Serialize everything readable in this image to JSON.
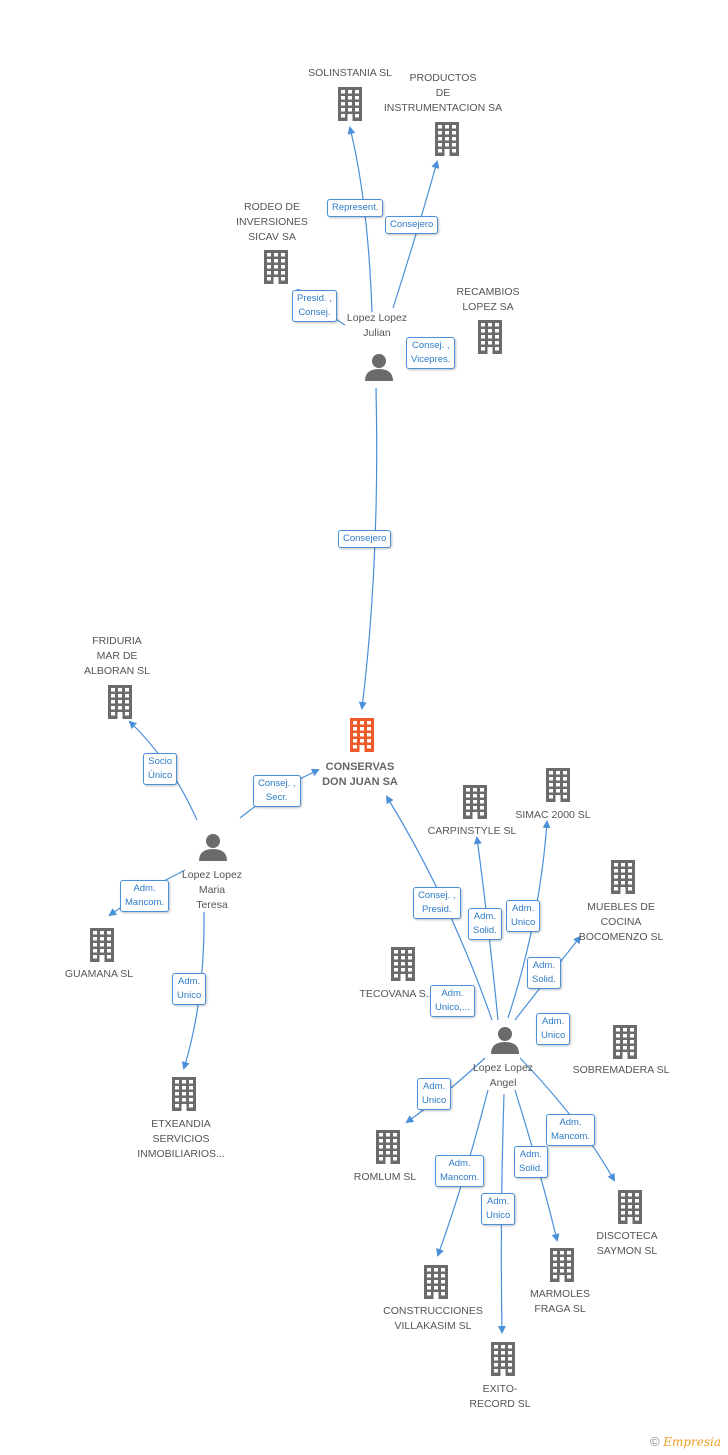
{
  "center": {
    "label": "CONSERVAS\nDON JUAN SA"
  },
  "persons": {
    "julian": {
      "label": "Lopez Lopez\nJulian"
    },
    "maria": {
      "label": "Lopez Lopez\nMaria\nTeresa"
    },
    "angel": {
      "label": "Lopez Lopez\nAngel"
    }
  },
  "companies": {
    "solinstania": {
      "label": "SOLINSTANIA SL"
    },
    "productos": {
      "label": "PRODUCTOS\nDE\nINSTRUMENTACION SA"
    },
    "rodeo": {
      "label": "RODEO DE\nINVERSIONES\nSICAV SA"
    },
    "recambios": {
      "label": "RECAMBIOS\nLOPEZ SA"
    },
    "friduria": {
      "label": "FRIDURIA\nMAR DE\nALBORAN SL"
    },
    "guamana": {
      "label": "GUAMANA SL"
    },
    "etxeandia": {
      "label": "ETXEANDIA\nSERVICIOS\nINMOBILIARIOS..."
    },
    "carpinstyle": {
      "label": "CARPINSTYLE SL"
    },
    "simac": {
      "label": "SIMAC 2000 SL"
    },
    "muebles": {
      "label": "MUEBLES DE\nCOCINA\nBOCOMENZO  SL"
    },
    "tecovana": {
      "label": "TECOVANA S..."
    },
    "sobremadera": {
      "label": "SOBREMADERA SL"
    },
    "romlum": {
      "label": "ROMLUM SL"
    },
    "discoteca": {
      "label": "DISCOTECA\nSAYMON SL"
    },
    "construcciones": {
      "label": "CONSTRUCCIONES\nVILLAKASIM SL"
    },
    "marmoles": {
      "label": "MARMOLES\nFRAGA  SL"
    },
    "exito": {
      "label": "EXITO-\nRECORD SL"
    }
  },
  "relations": {
    "represent": "Represent.",
    "consejero_productos": "Consejero",
    "presid_consej": "Presid. ,\nConsej.",
    "consej_vicepres": "Consej. ,\nVicepres.",
    "consejero_center": "Consejero",
    "socio_unico": "Socio\nÚnico",
    "consej_secr": "Consej. ,\nSecr.",
    "adm_mancom_guamana": "Adm.\nMancom.",
    "adm_unico_etxeandia": "Adm.\nUnico",
    "consej_presid_angel": "Consej. ,\nPresid.",
    "adm_solid_carpinstyle": "Adm.\nSolid.",
    "adm_unico_simac": "Adm.\nUnico",
    "adm_solid_muebles": "Adm.\nSolid.",
    "adm_unico_tecovana": "Adm.\nUnico,...",
    "adm_unico_sobremadera": "Adm.\nUnico",
    "adm_unico_romlum": "Adm.\nUnico",
    "adm_mancom_discoteca": "Adm.\nMancom.",
    "adm_solid_marmoles": "Adm.\nSolid.",
    "adm_mancom_construcciones": "Adm.\nMancom.",
    "adm_unico_exito": "Adm.\nUnico"
  },
  "footer": {
    "copyright": "©",
    "brand": "Empresia"
  },
  "colors": {
    "edge": "#4a90d9",
    "building": "#6b6b6b",
    "building_main": "#f05a28",
    "person": "#6b6b6b"
  }
}
